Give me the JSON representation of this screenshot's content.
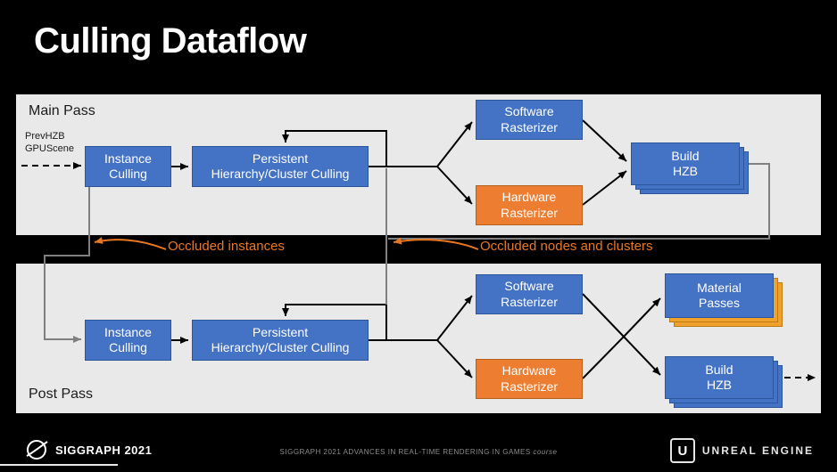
{
  "title": "Culling Dataflow",
  "main_pass": {
    "label": "Main Pass",
    "inputs": "PrevHZB\nGPUScene",
    "nodes": {
      "instance_culling": "Instance\nCulling",
      "persistent_culling": "Persistent\nHierarchy/Cluster Culling",
      "software_rasterizer": "Software\nRasterizer",
      "hardware_rasterizer": "Hardware\nRasterizer",
      "build_hzb": "Build\nHZB"
    }
  },
  "feedback_labels": {
    "occluded_instances": "Occluded instances",
    "occluded_nodes_clusters": "Occluded nodes and clusters"
  },
  "post_pass": {
    "label": "Post Pass",
    "nodes": {
      "instance_culling": "Instance\nCulling",
      "persistent_culling": "Persistent\nHierarchy/Cluster Culling",
      "software_rasterizer": "Software\nRasterizer",
      "hardware_rasterizer": "Hardware\nRasterizer",
      "material_passes": "Material\nPasses",
      "build_hzb": "Build\nHZB"
    }
  },
  "footer": {
    "siggraph_logo_text": "SIGGRAPH 2021",
    "conference_line": "SIGGRAPH 2021 ADVANCES IN REAL-TIME RENDERING IN GAMES",
    "conference_suffix": "course",
    "unreal_engine_label": "UNREAL ENGINE"
  },
  "colors": {
    "node_blue": "#4472C4",
    "node_orange": "#ED7D31",
    "panel_gray": "#E9E9E9",
    "feedback_orange": "#E87722",
    "arrow_gray": "#7F7F7F"
  }
}
